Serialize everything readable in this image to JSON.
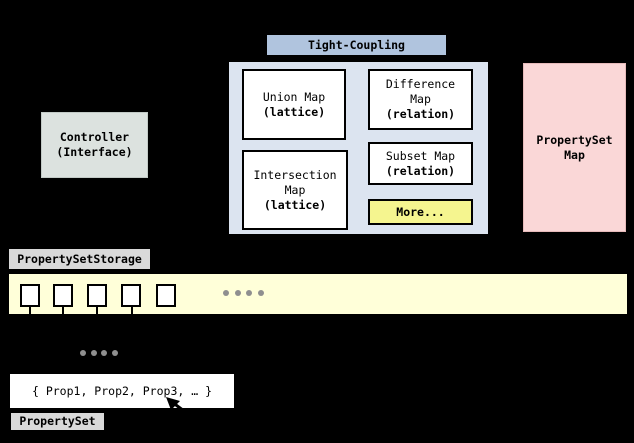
{
  "diagram": {
    "title": "Tight-Coupling",
    "coupling": {
      "union": {
        "name": "Union Map",
        "kind": "(lattice)"
      },
      "difference": {
        "name_l1": "Difference",
        "name_l2": "Map",
        "kind": "(relation)"
      },
      "intersection": {
        "name_l1": "Intersection",
        "name_l2": "Map",
        "kind": "(lattice)"
      },
      "subset": {
        "name": "Subset Map",
        "kind": "(relation)"
      },
      "more_label": "More..."
    },
    "controller": {
      "name": "Controller",
      "kind": "(Interface)"
    },
    "propertyset_map": {
      "name_l1": "PropertySet",
      "name_l2": "Map"
    },
    "storage": {
      "label": "PropertySetStorage",
      "slot_count": 5,
      "connected_slots": 4,
      "ellipsis_dot_count": 4
    },
    "propertyset": {
      "set_text": "{ Prop1, Prop2, Prop3, … }",
      "label": "PropertySet"
    },
    "colors": {
      "background": "#000000",
      "header_fill": "#b0c4de",
      "group_fill": "#dce4f0",
      "box_fill": "#ffffff",
      "more_fill": "#f5f58f",
      "controller_fill": "#dce2df",
      "map_fill": "#fad7d7",
      "label_fill": "#d9d9d9",
      "bar_fill": "#ffffd9",
      "dot_color": "#8f8f8f"
    }
  }
}
